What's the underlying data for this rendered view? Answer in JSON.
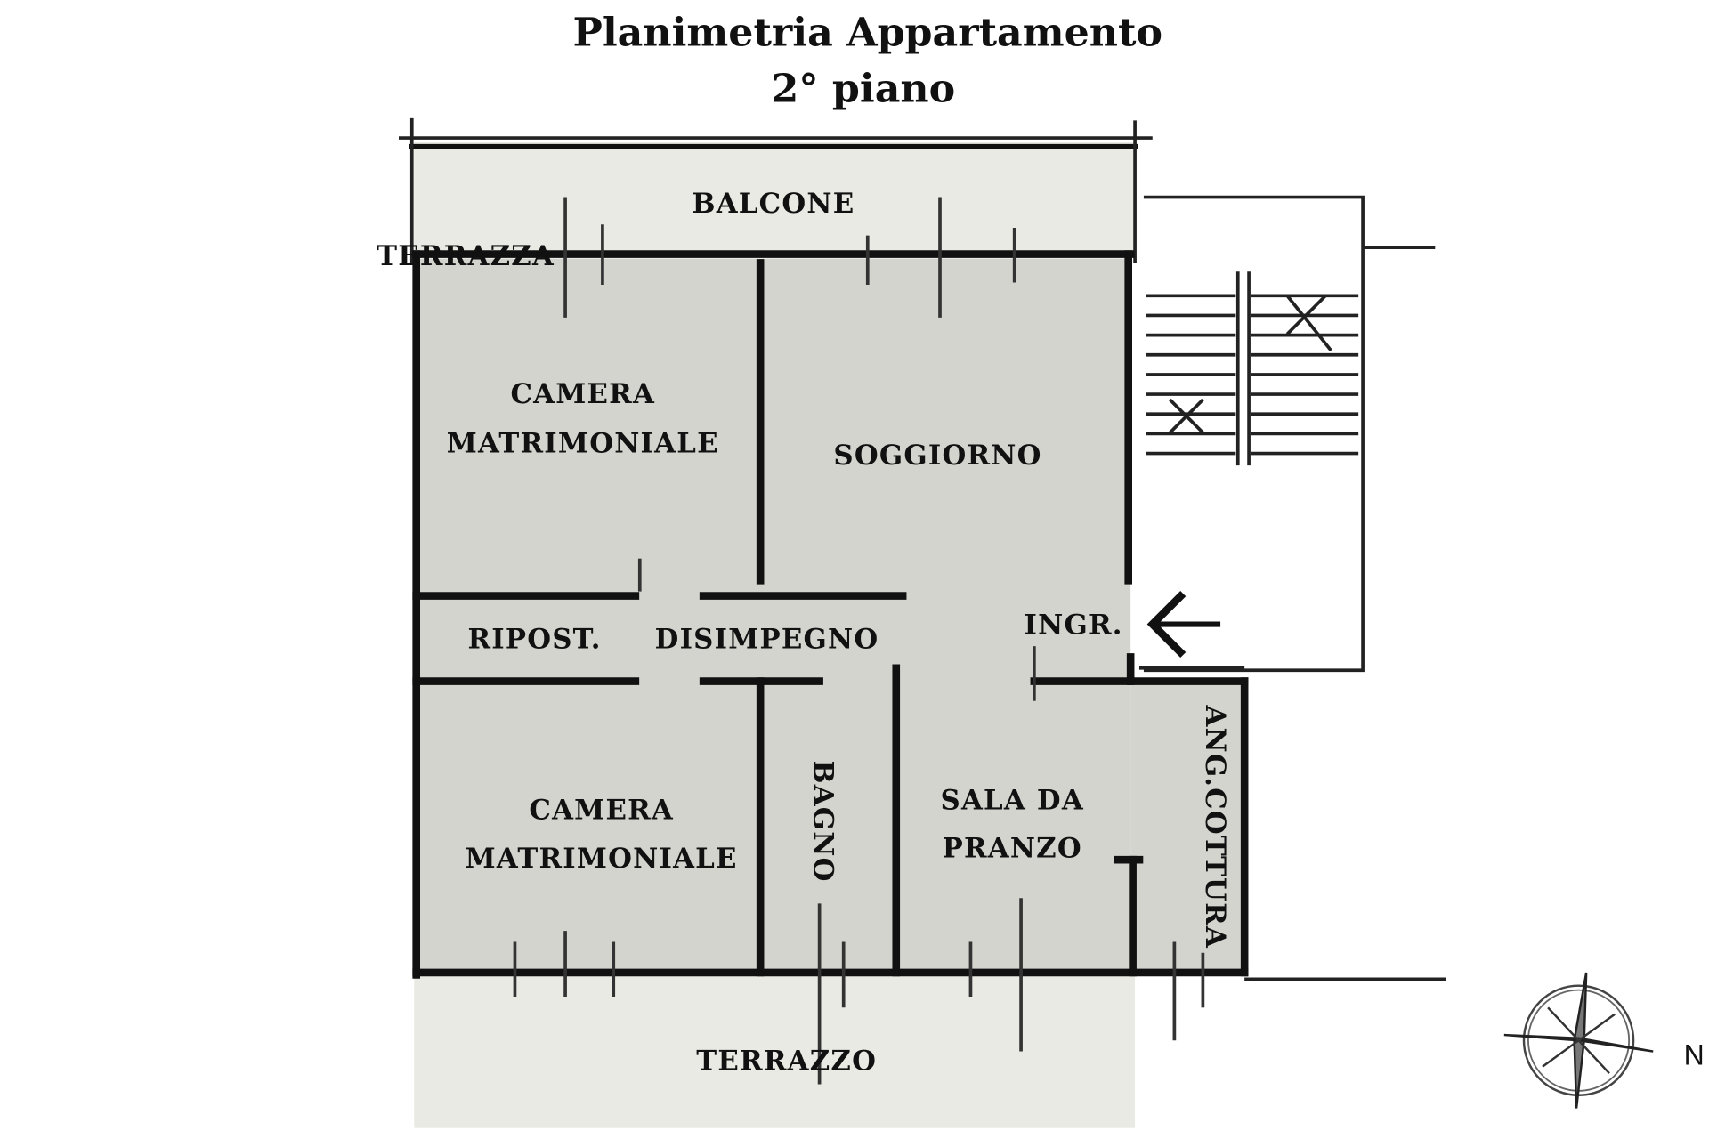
{
  "title": {
    "line1": "Planimetria Appartamento",
    "line2": "2° piano"
  },
  "rooms": {
    "balcone": "BALCONE",
    "terrazza": "TERRAZZA",
    "camera1_a": "CAMERA",
    "camera1_b": "MATRIMONIALE",
    "soggiorno": "SOGGIORNO",
    "ripost": "RIPOST.",
    "disimpegno": "DISIMPEGNO",
    "ingr": "INGR.",
    "camera2_a": "CAMERA",
    "camera2_b": "MATRIMONIALE",
    "bagno": "BAGNO",
    "sala_a": "SALA DA",
    "sala_b": "PRANZO",
    "ang_cottura": "ANG.COTTURA",
    "terrazzo": "TERRAZZO"
  },
  "compass": {
    "label": "N",
    "icon": "compass-rose-icon"
  },
  "entrance": {
    "icon": "arrow-left-icon"
  },
  "colors": {
    "interior": "#d4d4cf",
    "exterior": "#eaeae4",
    "wall": "#111111"
  }
}
